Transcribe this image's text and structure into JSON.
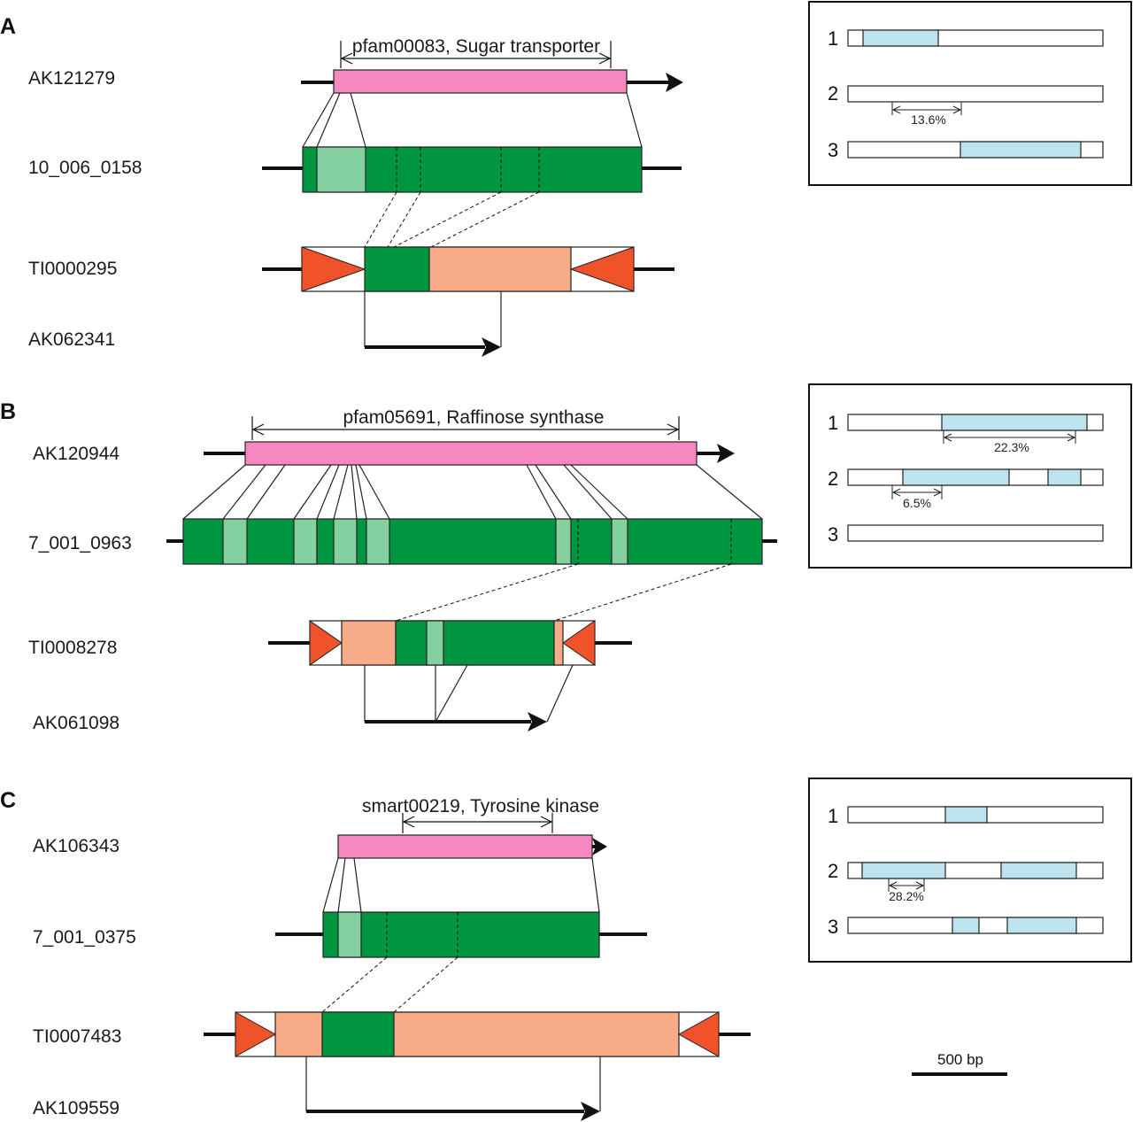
{
  "colors": {
    "pink": "#f589bf",
    "green": "#00963f",
    "light_green": "#84d0a0",
    "salmon": "#f7ab86",
    "red_triangle": "#f0522a",
    "light_blue": "#bde3ef"
  },
  "panels": {
    "A": {
      "letter": "A",
      "cdna_label": "AK121279",
      "domain_label": "pfam00083, Sugar transporter",
      "genomic_label": "10_006_0158",
      "mite_label": "TI0000295",
      "transcript_label": "AK062341",
      "inset_rows": [
        {
          "num": "1"
        },
        {
          "num": "2",
          "pct": "13.6%"
        },
        {
          "num": "3"
        }
      ]
    },
    "B": {
      "letter": "B",
      "cdna_label": "AK120944",
      "domain_label": "pfam05691, Raffinose synthase",
      "genomic_label": "7_001_0963",
      "mite_label": "TI0008278",
      "transcript_label": "AK061098",
      "inset_rows": [
        {
          "num": "1",
          "pct": "22.3%"
        },
        {
          "num": "2",
          "pct": "6.5%"
        },
        {
          "num": "3"
        }
      ]
    },
    "C": {
      "letter": "C",
      "cdna_label": "AK106343",
      "domain_label": "smart00219, Tyrosine kinase",
      "genomic_label": "7_001_0375",
      "mite_label": "TI0007483",
      "transcript_label": "AK109559",
      "inset_rows": [
        {
          "num": "1"
        },
        {
          "num": "2",
          "pct": "28.2%"
        },
        {
          "num": "3"
        }
      ]
    }
  },
  "scale_bar": {
    "label": "500 bp"
  }
}
